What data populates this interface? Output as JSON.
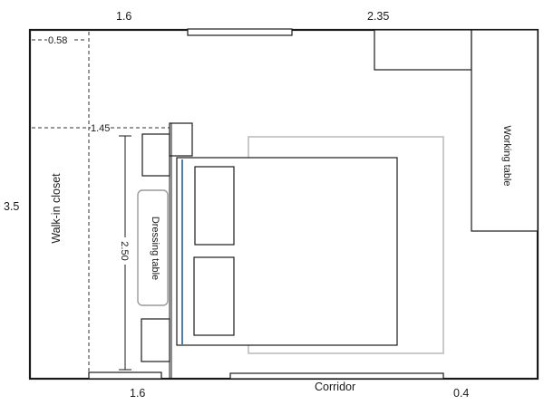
{
  "dimensions": {
    "top_left": "1.6",
    "top_right": "2.35",
    "left_height": "3.5",
    "bottom_left": "1.6",
    "bottom_right": "0.4",
    "closet_depth": "0.58",
    "closet_width": "1.45",
    "dressing_wall": "2.50"
  },
  "labels": {
    "walk_in_closet": "Walk-in closet",
    "dressing_table": "Dressing table",
    "working_table": "Working table",
    "corridor": "Corridor"
  },
  "colors": {
    "line": "#1a1a1a",
    "rug": "#bdbdbd",
    "accent": "#4a7fb5",
    "background": "#ffffff"
  }
}
